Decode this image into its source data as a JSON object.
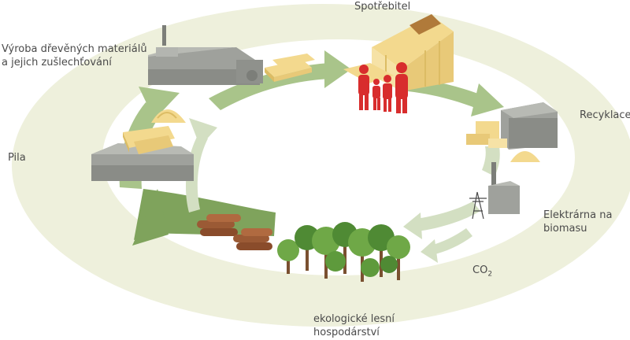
{
  "labels": {
    "consumer": "Spotřebitel",
    "production_line1": "Výroba dřevěných materiálů",
    "production_line2": "a jejich zušlechťování",
    "sawmill": "Pila",
    "recycling": "Recyklace",
    "power_line1": "Elektrárna na",
    "power_line2": "biomasu",
    "co2_main": "CO",
    "co2_sub": "2",
    "forestry_line1": "ekologické lesní",
    "forestry_line2": "hospodárství"
  },
  "colors": {
    "ring_outer": "#eef0dc",
    "ring_inner": "#ffffff",
    "arrow_dark": "#7fa35c",
    "arrow_mid": "#a9c48a",
    "arrow_light": "#d3dfc2",
    "factory_gray": "#9fa19c",
    "factory_dark": "#7c7e79",
    "wood": "#f3d98e",
    "wood_dark": "#dcbc64",
    "people_red": "#d82d2d",
    "log_brown": "#9b5a35",
    "tree_green": "#6fa847",
    "tree_dark": "#4f8a34",
    "text": "#4a4a4a"
  },
  "icons": {
    "factory": "factory-icon",
    "sawmill": "sawmill-icon",
    "house": "house-icon",
    "family": "family-icon",
    "recycling_plant": "recycling-plant-icon",
    "power_plant": "power-plant-icon",
    "pylon": "power-pylon-icon",
    "logs": "logs-icon",
    "forest": "forest-icon",
    "sawdust": "sawdust-pile-icon"
  }
}
